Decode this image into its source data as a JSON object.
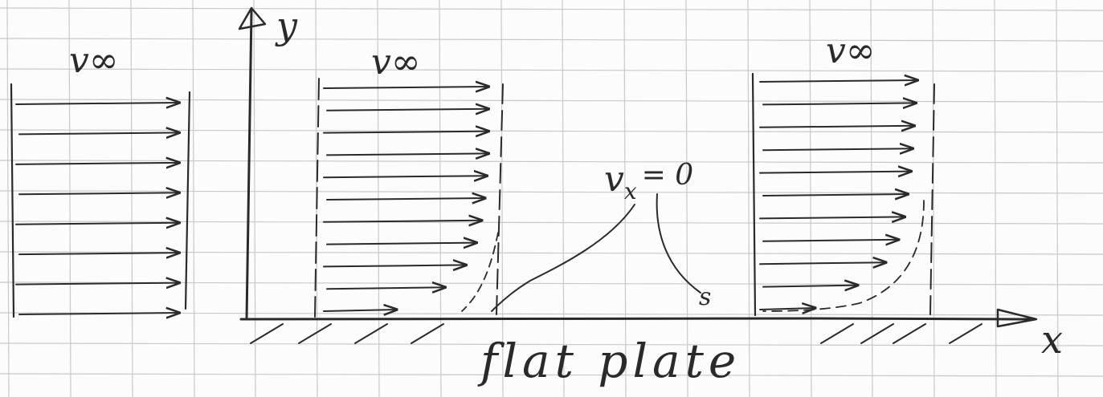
{
  "labels": {
    "y_axis": "y",
    "x_axis": "x",
    "freestream_left": "v∞",
    "freestream_middle": "v∞",
    "freestream_right": "v∞",
    "wall_condition": "vx = 0",
    "wall_condition_symbol": "v",
    "wall_condition_subscript": "x",
    "wall_condition_rhs": "= 0",
    "s_marker": "s",
    "plate": "flat plate"
  },
  "profiles": {
    "uniform_relative_lengths": [
      1,
      1,
      1,
      1,
      1,
      1,
      1,
      1
    ],
    "developing_relative_lengths": [
      0.95,
      0.95,
      0.95,
      0.95,
      0.94,
      0.93,
      0.91,
      0.88,
      0.82,
      0.7,
      0.42
    ],
    "developed_relative_lengths": [
      1,
      0.99,
      0.98,
      0.97,
      0.96,
      0.94,
      0.92,
      0.88,
      0.8,
      0.62,
      0.35
    ]
  },
  "colors": {
    "ink": "#2a2a2a",
    "grid": "#c9c9c9",
    "paper": "#fcfcfc"
  }
}
